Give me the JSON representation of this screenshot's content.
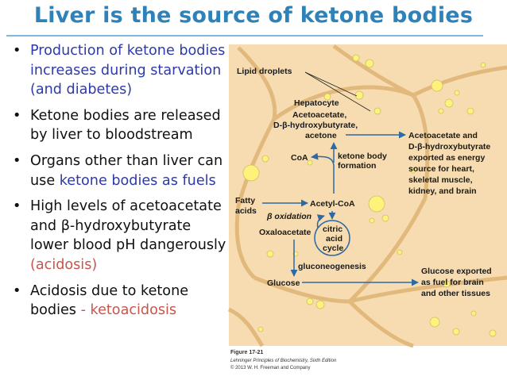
{
  "title": "Liver is the source of ketone bodies",
  "bullets": [
    {
      "text": "Production of ketone bodies increases during starvation (and diabetes)",
      "style": "blue"
    },
    {
      "text": "Ketone bodies are released by liver to bloodstream",
      "style": "black"
    },
    {
      "text_plain": "Organs other than liver can use",
      "text_highlight": "ketone bodies as fuels",
      "style": "mixed-blue"
    },
    {
      "text_plain": "High levels of acetoacetate and β-hydroxybutyrate lower blood pH dangerously",
      "text_highlight": "(acidosis)",
      "style": "mixed-red"
    },
    {
      "text_plain": "Acidosis due to ketone bodies",
      "text_highlight": "- ketoacidosis",
      "style": "mixed-red"
    }
  ],
  "diagram": {
    "lipid_droplets": "Lipid droplets",
    "hepatocyte": "Hepatocyte",
    "ketones_line1": "Acetoacetate,",
    "ketones_line2": "D-β-hydroxybutyrate,",
    "ketones_line3": "acetone",
    "coa": "CoA",
    "ketone_formation_1": "ketone body",
    "ketone_formation_2": "formation",
    "fatty_acids_1": "Fatty",
    "fatty_acids_2": "acids",
    "acetyl_coa": "Acetyl-CoA",
    "beta_oxidation": "β oxidation",
    "oxaloacetate": "Oxaloacetate",
    "citric_1": "citric",
    "citric_2": "acid",
    "citric_3": "cycle",
    "gluconeogenesis": "gluconeogenesis",
    "glucose": "Glucose",
    "export_ketone": [
      "Acetoacetate and",
      "D-β-hydroxybutyrate",
      "exported as energy",
      "source for heart,",
      "skeletal muscle,",
      "kidney, and brain"
    ],
    "export_glucose": [
      "Glucose exported",
      "as fuel for brain",
      "and other tissues"
    ],
    "figure_label": "Figure 17-21",
    "credit_1": "Lehninger Principles of Biochemistry, Sixth Edition",
    "credit_2": "© 2013 W. H. Freeman and Company"
  },
  "colors": {
    "title": "#2e82b8",
    "blue": "#2d3aa8",
    "red": "#c8554c",
    "cell": "#f6dcb0",
    "cell_border": "#e2b97c",
    "droplet": "#fff27a",
    "arrow": "#2c6aa6"
  }
}
